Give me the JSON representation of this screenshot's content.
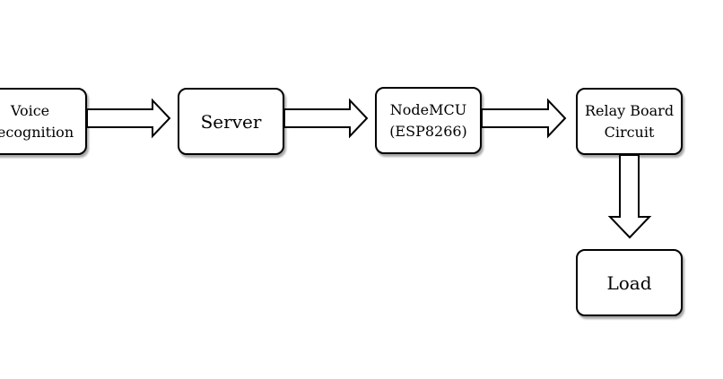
{
  "diagram": {
    "nodes": [
      {
        "id": "voice",
        "label": "Voice\nRecognition"
      },
      {
        "id": "server",
        "label": "Server"
      },
      {
        "id": "nodemcu",
        "label": "NodeMCU\n(ESP8266)"
      },
      {
        "id": "relay",
        "label": "Relay Board\nCircuit"
      },
      {
        "id": "load",
        "label": "Load"
      }
    ],
    "edges": [
      {
        "from": "voice",
        "to": "server"
      },
      {
        "from": "server",
        "to": "nodemcu"
      },
      {
        "from": "nodemcu",
        "to": "relay"
      },
      {
        "from": "relay",
        "to": "load"
      }
    ],
    "colors": {
      "stroke": "#000000",
      "fill": "#ffffff"
    }
  }
}
